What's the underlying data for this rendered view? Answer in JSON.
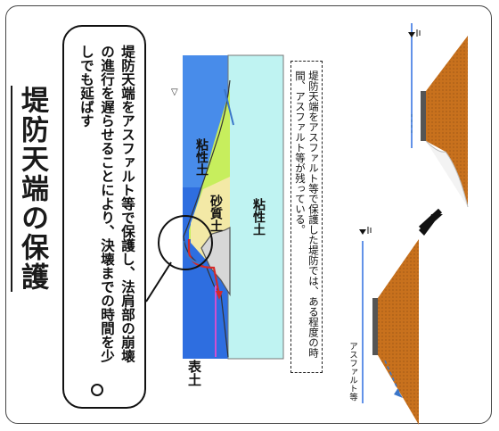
{
  "title": "堤防天端の保護",
  "callout": {
    "text": "堤防天端をアスファルト等で保護し、法肩部の崩壊の進行を遅らせることにより、決壊までの時間を少しでも延ばす"
  },
  "diagram": {
    "labels": {
      "cohesive_upper": "粘性土",
      "sandy": "砂質土",
      "cohesive_lower": "粘性土",
      "fill": "表土"
    },
    "note": "堤防天端をアスファルト等で保護した堤防では、ある程度の時間、アスファルト等が残っている。",
    "asphalt_label": "アスファルト等"
  },
  "colors": {
    "water": "#2e6ee0",
    "soil_cohesive": "#c7ee5d",
    "soil_sandy": "#f3e9a6",
    "foundation": "#bff3f2",
    "embankment": "#c8711d",
    "arrow_red": "#d42a2a",
    "arrow_blue": "#3b76c9"
  }
}
